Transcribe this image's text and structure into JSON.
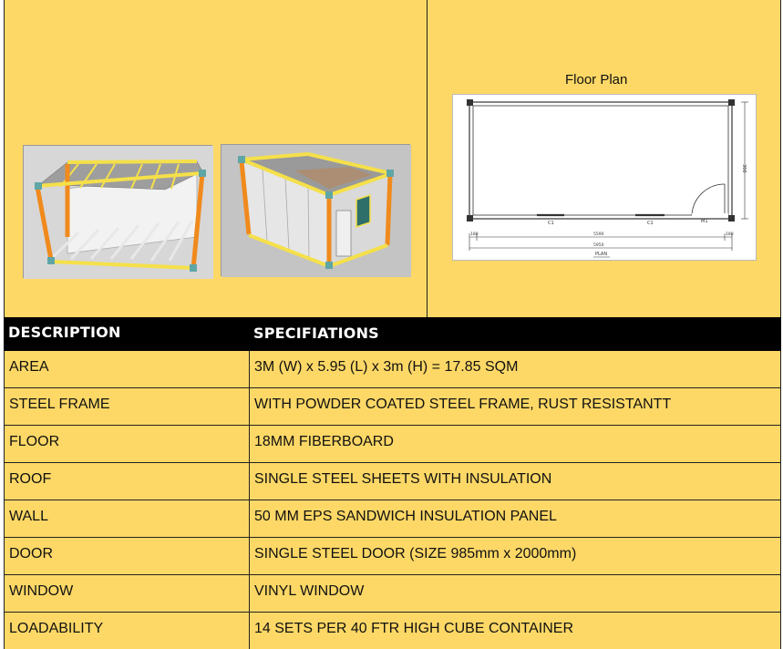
{
  "floor_plan": {
    "title": "Floor Plan",
    "labels": {
      "dim_left": "180",
      "dim_center": "5590",
      "dim_right": "180",
      "overall": "5950",
      "caption": "PLAN",
      "window_a": "C1",
      "window_b": "C1",
      "door": "M1",
      "height": "300"
    }
  },
  "table": {
    "headers": [
      "DESCRIPTION",
      "SPECIFIATIONS"
    ],
    "rows": [
      {
        "label": "AREA",
        "value": "3M (W) x  5.95 (L) x 3m (H) = 17.85 SQM"
      },
      {
        "label": "STEEL FRAME",
        "value": "WITH POWDER COATED STEEL FRAME, RUST RESISTANTT"
      },
      {
        "label": "FLOOR",
        "value": "18MM FIBERBOARD"
      },
      {
        "label": "ROOF",
        "value": "SINGLE STEEL SHEETS WITH INSULATION"
      },
      {
        "label": "WALL",
        "value": "50 MM EPS SANDWICH INSULATION PANEL"
      },
      {
        "label": "DOOR",
        "value": "SINGLE STEEL DOOR (SIZE 985mm x 2000mm)"
      },
      {
        "label": "WINDOW",
        "value": "VINYL WINDOW"
      },
      {
        "label": "LOADABILITY",
        "value": "14 SETS PER 40 FTR HIGH CUBE CONTAINER"
      }
    ]
  },
  "colors": {
    "cell_bg": "#fdd866",
    "frame_orange": "#f08a1c",
    "frame_yellow": "#f5e04a",
    "header_bg": "#000000"
  }
}
